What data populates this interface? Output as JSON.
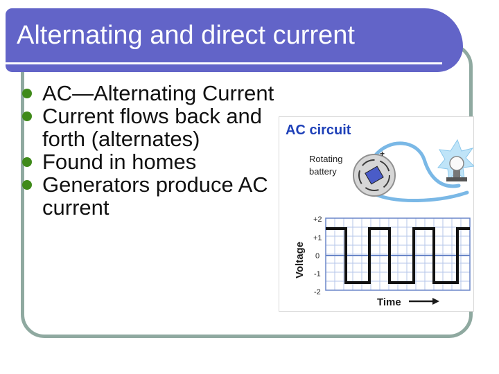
{
  "title": "Alternating and direct current",
  "bullets": [
    "AC—Alternating Current",
    "Current flows back and forth (alternates)",
    "Found in homes",
    "Generators produce AC current"
  ],
  "figure": {
    "heading": "AC circuit",
    "battery_label_line1": "Rotating",
    "battery_label_line2": "battery",
    "plus_sign": "+",
    "ylabel": "Voltage",
    "xlabel": "Time",
    "ytick_labels": [
      "+2",
      "+1",
      "0",
      "-1",
      "-2"
    ]
  },
  "colors": {
    "title_bar": "#6264c8",
    "bullet": "#3f8a1a",
    "figure_heading": "#1e40b8",
    "wave": "#111111",
    "grid": "#6a86c8",
    "wire": "#7ab8e6"
  }
}
